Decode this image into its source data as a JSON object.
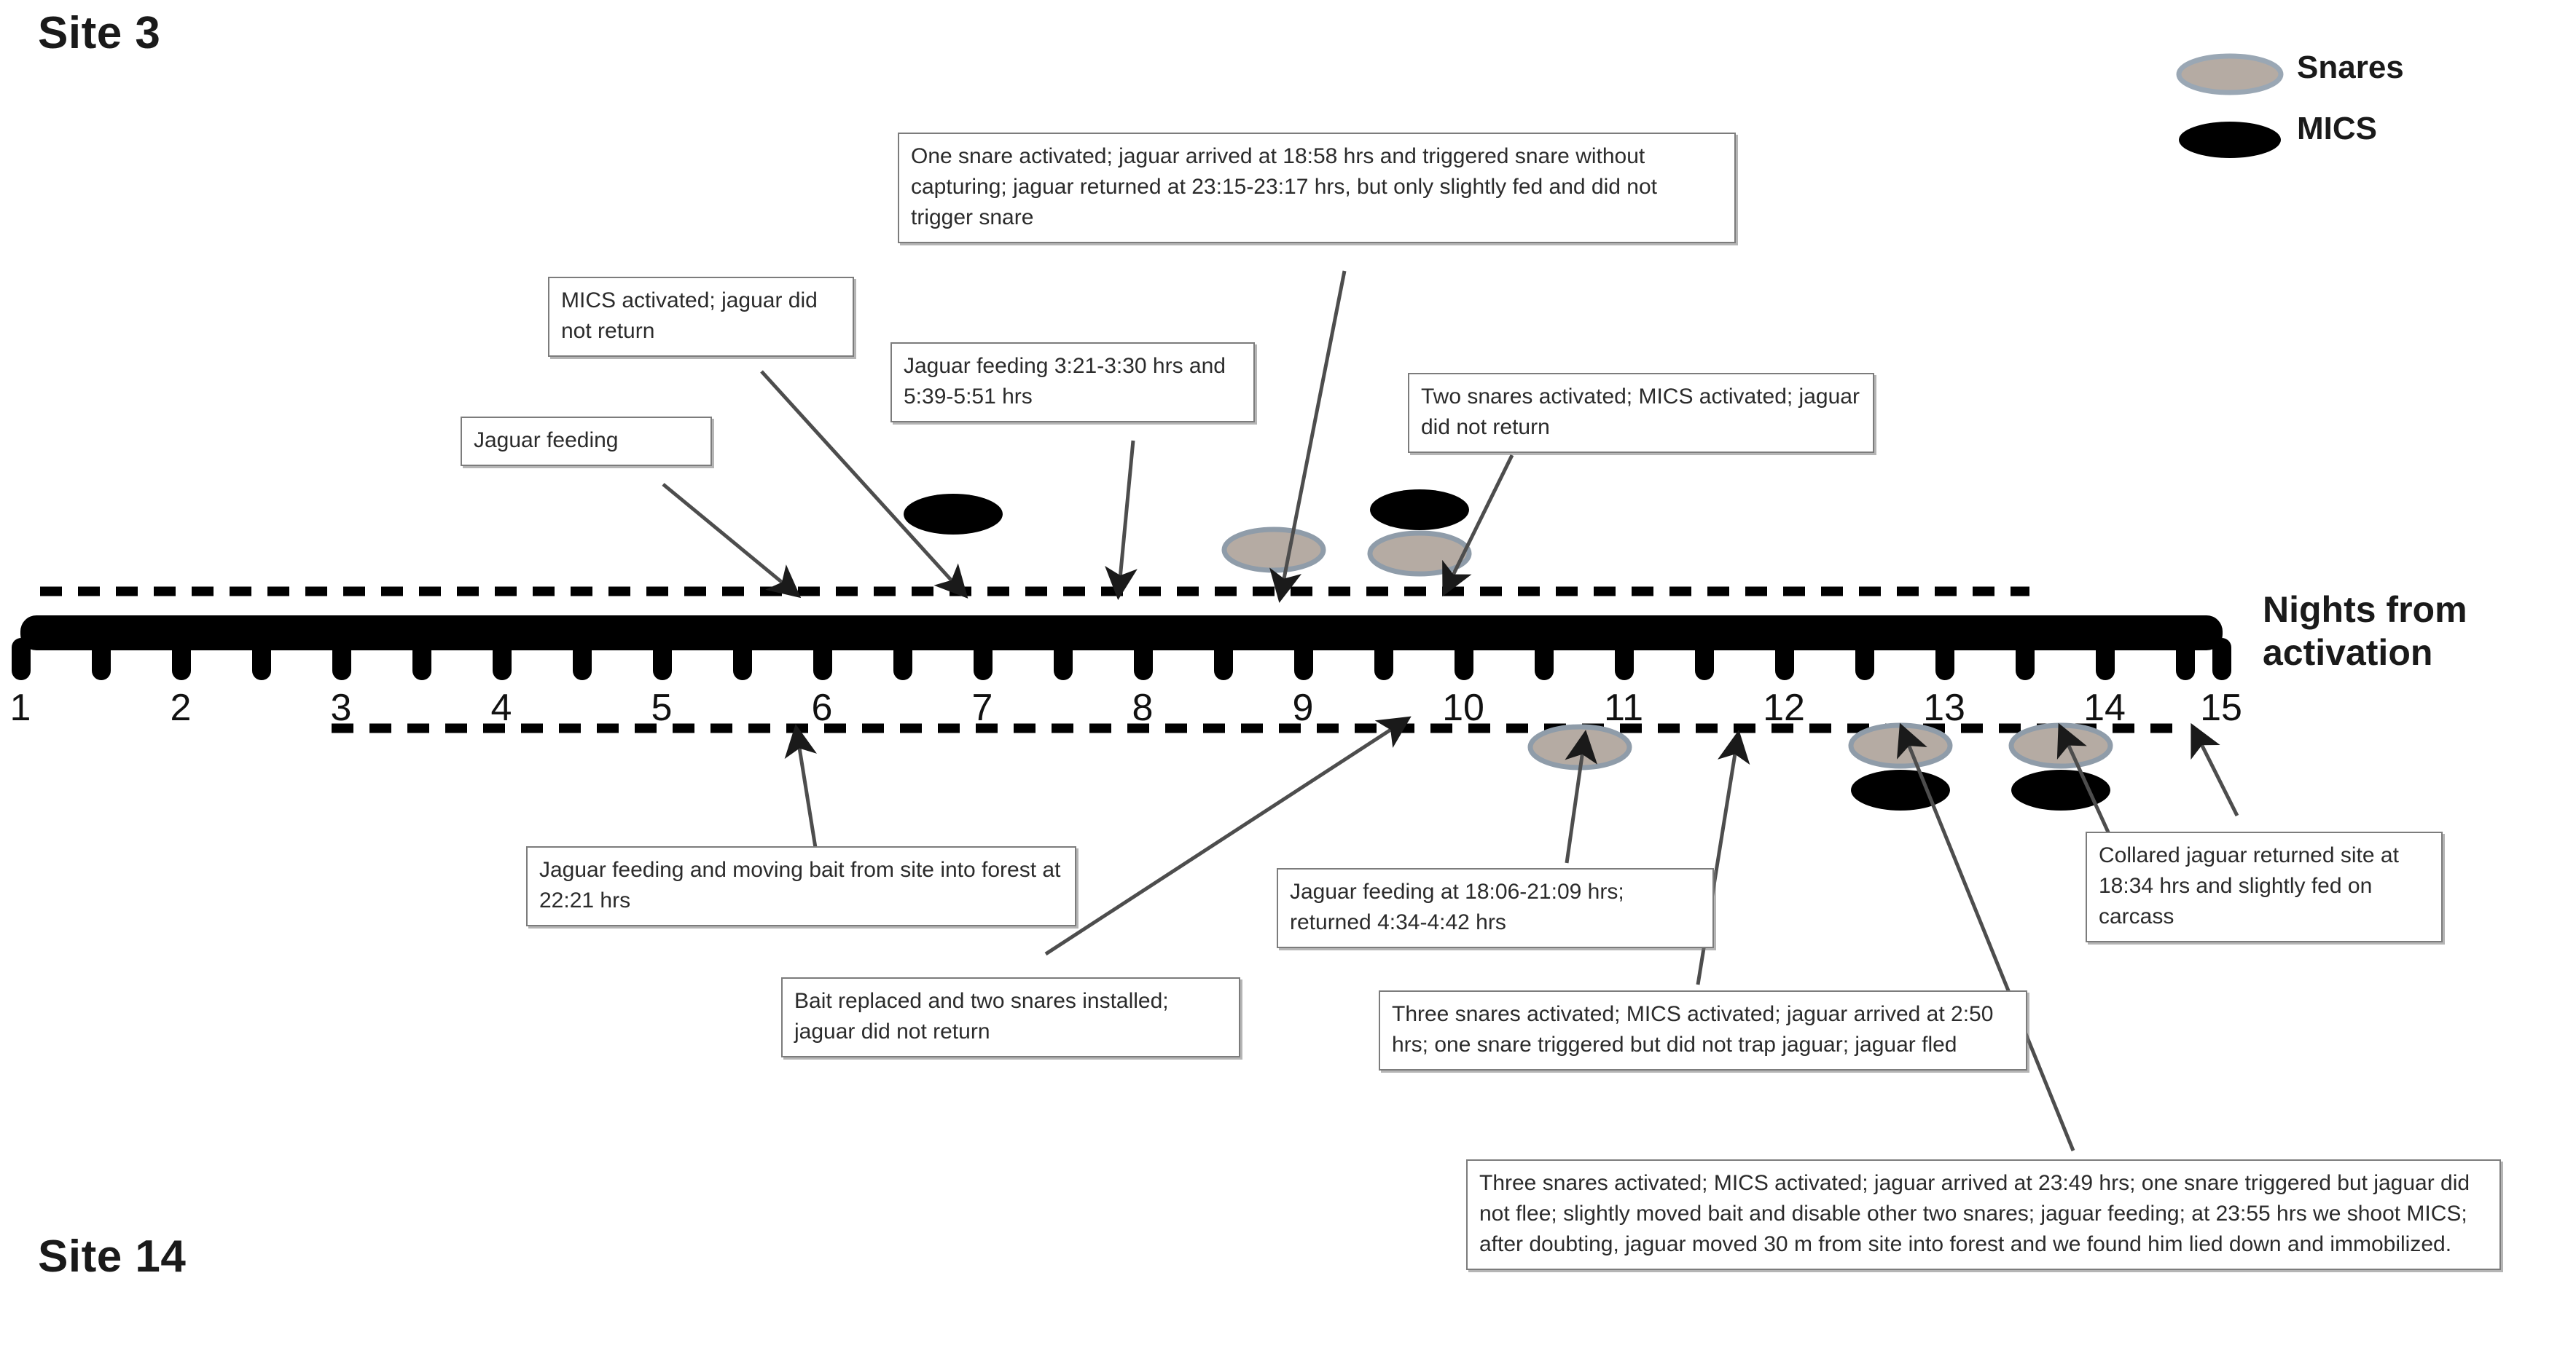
{
  "titles": {
    "top_site": "Site 3",
    "bottom_site": "Site 14"
  },
  "axis": {
    "caption_line1": "Nights from",
    "caption_line2": "activation",
    "ticks": [
      "1",
      "2",
      "3",
      "4",
      "5",
      "6",
      "7",
      "8",
      "9",
      "10",
      "11",
      "12",
      "13",
      "14",
      "15"
    ]
  },
  "legend": {
    "items": [
      {
        "label": "Snares",
        "color": "#b5aba3",
        "stroke": "#9aa7b4",
        "icon": "snare-ellipse-icon"
      },
      {
        "label": "MICS",
        "color": "#000000",
        "stroke": "#000000",
        "icon": "mics-ellipse-icon"
      }
    ]
  },
  "markers": {
    "site3": [
      {
        "night": 7,
        "type": "MICS",
        "fill": "#000000",
        "stroke": "#000000",
        "row": 0
      },
      {
        "night": 9,
        "type": "Snares",
        "fill": "#b5aba3",
        "stroke": "#8f9ca9",
        "row": 1
      },
      {
        "night": 10,
        "type": "MICS",
        "fill": "#000000",
        "stroke": "#000000",
        "row": 0
      },
      {
        "night": 10,
        "type": "Snares",
        "fill": "#b5aba3",
        "stroke": "#8f9ca9",
        "row": 1
      }
    ],
    "site14": [
      {
        "night": 11,
        "type": "Snares",
        "fill": "#b5aba3",
        "stroke": "#8f9ca9",
        "row": 0
      },
      {
        "night": 13,
        "type": "Snares",
        "fill": "#b5aba3",
        "stroke": "#8f9ca9",
        "row": 0
      },
      {
        "night": 13,
        "type": "MICS",
        "fill": "#000000",
        "stroke": "#000000",
        "row": 1
      },
      {
        "night": 14,
        "type": "Snares",
        "fill": "#b5aba3",
        "stroke": "#8f9ca9",
        "row": 0
      },
      {
        "night": 14,
        "type": "MICS",
        "fill": "#000000",
        "stroke": "#000000",
        "row": 1
      }
    ]
  },
  "callouts": {
    "top": [
      {
        "id": "one-snare-activated",
        "text": "One snare activated; jaguar arrived at 18:58 hrs and triggered snare without capturing; jaguar returned  at 23:15-23:17 hrs, but only slightly fed and did not trigger snare"
      },
      {
        "id": "mics-activated-no-return",
        "text": "MICS activated; jaguar did not return"
      },
      {
        "id": "jaguar-feeding",
        "text": "Jaguar feeding"
      },
      {
        "id": "jaguar-feeding-times",
        "text": "Jaguar feeding 3:21-3:30 hrs and 5:39-5:51 hrs"
      },
      {
        "id": "two-snares-activated",
        "text": "Two snares activated; MICS activated; jaguar did not return"
      }
    ],
    "bottom": [
      {
        "id": "feeding-moving-bait",
        "text": "Jaguar feeding and moving bait from site into forest at 22:21 hrs"
      },
      {
        "id": "bait-replaced",
        "text": "Bait replaced and two snares installed; jaguar did not return"
      },
      {
        "id": "feeding-1806",
        "text": "Jaguar feeding at 18:06-21:09 hrs; returned  4:34-4:42 hrs"
      },
      {
        "id": "three-snares-250",
        "text": "Three snares activated; MICS activated; jaguar arrived at 2:50 hrs; one snare triggered but did not trap jaguar; jaguar fled"
      },
      {
        "id": "three-snares-2349",
        "text": "Three snares activated; MICS activated; jaguar arrived at 23:49 hrs; one snare triggered but jaguar did not flee; slightly moved bait and disable other two snares; jaguar feeding; at 23:55 hrs we shoot MICS; after doubting, jaguar moved 30 m from site into forest and we found him lied down and immobilized."
      },
      {
        "id": "collared-returned",
        "text": "Collared jaguar returned site at 18:34 hrs and slightly fed on carcass"
      }
    ]
  }
}
